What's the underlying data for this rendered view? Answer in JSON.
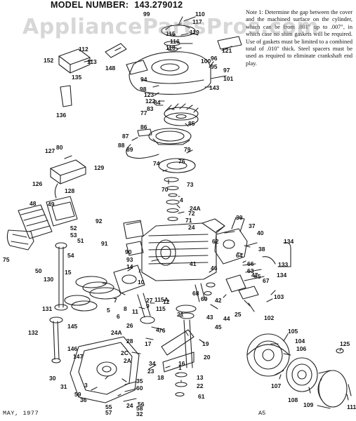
{
  "header": {
    "model_label": "MODEL NUMBER:",
    "model_number": "143.279012"
  },
  "watermark": "AppliancePartsPros.com",
  "note": "Note 1: Determine the gap between the cover and the machined surface on the cylinder, which can be from .001\" up to .007\", in which case no shim gaskets will be required. Use of gaskets must be limited to a combined total of .010\" thick. Steel spacers must be used as required to eliminate crankshaft end play.",
  "footer": {
    "date": "MAY, 1977",
    "code": "A5"
  },
  "part_labels": [
    "99",
    "110",
    "117",
    "119",
    "115",
    "116",
    "118",
    "121",
    "112",
    "113",
    "152",
    "148",
    "94",
    "100",
    "96",
    "95",
    "97",
    "101",
    "135",
    "143",
    "98",
    "123",
    "122",
    "84",
    "83",
    "77",
    "85",
    "136",
    "86",
    "87",
    "88",
    "89",
    "79",
    "127",
    "80",
    "74",
    "129",
    "126",
    "128",
    "76",
    "70",
    "73",
    "4",
    "24A",
    "72",
    "71",
    "24",
    "48",
    "49",
    "92",
    "39",
    "37",
    "40",
    "62",
    "52",
    "38",
    "53",
    "91",
    "90",
    "93",
    "51",
    "54",
    "134",
    "64",
    "66",
    "63",
    "65",
    "75",
    "50",
    "14",
    "41",
    "46",
    "47",
    "67",
    "133",
    "134",
    "130",
    "15",
    "10",
    "27",
    "12",
    "7",
    "68",
    "69",
    "8",
    "43",
    "44",
    "103",
    "5",
    "6",
    "9",
    "115",
    "102",
    "11",
    "42",
    "25",
    "45",
    "4",
    "115A",
    "21",
    "131",
    "26",
    "24A",
    "76",
    "105",
    "104",
    "106",
    "132",
    "145",
    "28",
    "17",
    "2C",
    "19",
    "146",
    "147",
    "2A",
    "20",
    "125",
    "30",
    "34",
    "23",
    "16",
    "18",
    "1",
    "107",
    "108",
    "109",
    "111",
    "35",
    "13",
    "60",
    "22",
    "31",
    "3",
    "56",
    "61",
    "24",
    "55",
    "57",
    "58",
    "36",
    "32",
    "59"
  ]
}
